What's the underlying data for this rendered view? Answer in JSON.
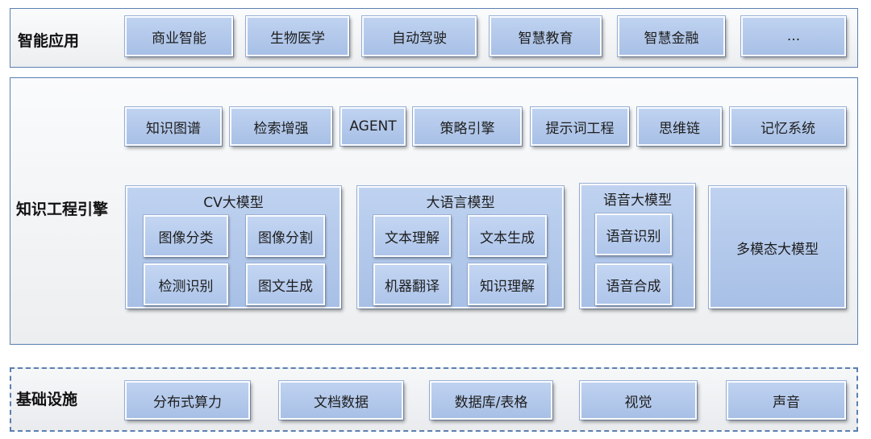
{
  "layers": {
    "application": {
      "title": "智能应用",
      "items": [
        "商业智能",
        "生物医学",
        "自动驾驶",
        "智慧教育",
        "智慧金融",
        "..."
      ]
    },
    "knowledge_engine": {
      "title": "知识工程引擎",
      "top_items": [
        "知识图谱",
        "检索增强",
        "AGENT",
        "策略引擎",
        "提示词工程",
        "思维链",
        "记忆系统"
      ],
      "models": [
        {
          "title": "CV大模型",
          "items": [
            "图像分类",
            "图像分割",
            "检测识别",
            "图文生成"
          ]
        },
        {
          "title": "大语言模型",
          "items": [
            "文本理解",
            "文本生成",
            "机器翻译",
            "知识理解"
          ]
        },
        {
          "title": "语音大模型",
          "items": [
            "语音识别",
            "语音合成"
          ]
        },
        {
          "title": "多模态大模型",
          "items": []
        }
      ]
    },
    "infrastructure": {
      "title": "基础设施",
      "items": [
        "分布式算力",
        "文档数据",
        "数据库/表格",
        "视觉",
        "声音"
      ]
    }
  }
}
